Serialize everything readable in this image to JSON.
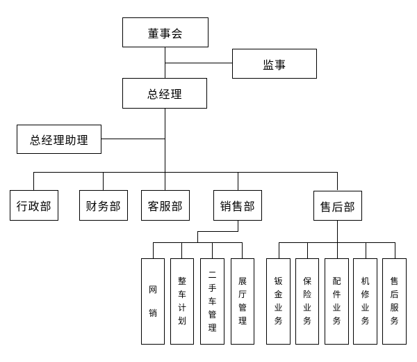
{
  "diagram": {
    "type": "org-chart",
    "background_color": "#ffffff",
    "line_color": "#000000",
    "box_border_color": "#000000",
    "box_fill_color": "#ffffff",
    "text_color": "#000000",
    "nodes": {
      "board": {
        "label": "董事会"
      },
      "supervisor": {
        "label": "监事"
      },
      "general_manager": {
        "label": "总经理"
      },
      "gm_assistant": {
        "label": "总经理助理"
      },
      "departments": [
        {
          "label": "行政部"
        },
        {
          "label": "财务部"
        },
        {
          "label": "客服部"
        },
        {
          "label": "销售部"
        },
        {
          "label": "售后部"
        }
      ],
      "sales_units": [
        {
          "label": "网销"
        },
        {
          "label": "整车计划"
        },
        {
          "label": "二手车管理"
        },
        {
          "label": "展厅管理"
        }
      ],
      "aftersales_units": [
        {
          "label": "钣金业务"
        },
        {
          "label": "保险业务"
        },
        {
          "label": "配件业务"
        },
        {
          "label": "机修业务"
        },
        {
          "label": "售后服务"
        }
      ]
    },
    "hierarchy": {
      "董事会": [
        "监事",
        "总经理"
      ],
      "总经理": [
        "总经理助理",
        "行政部",
        "财务部",
        "客服部",
        "销售部",
        "售后部"
      ],
      "销售部": [
        "网销",
        "整车计划",
        "二手车管理",
        "展厅管理"
      ],
      "售后部": [
        "钣金业务",
        "保险业务",
        "配件业务",
        "机修业务",
        "售后服务"
      ]
    }
  }
}
